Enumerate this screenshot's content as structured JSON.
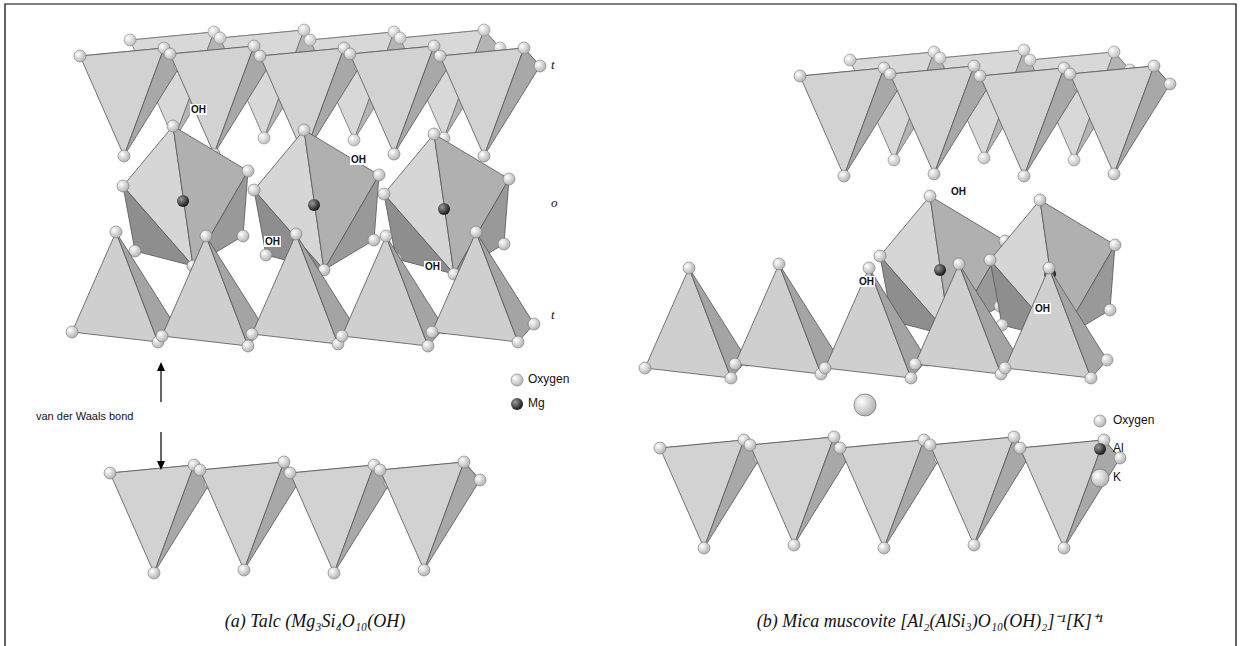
{
  "diagram": {
    "labels": [
      "t",
      "OH",
      "OH",
      "o",
      "OH",
      "OH",
      "t",
      "van der Waals bond",
      "OH",
      "OH",
      "OH",
      "(a) Talc (Mg₃Si₄O₁₀(OH)",
      "(b) Mica muscovite [Al₂(AlSi₃)O₁₀(OH)₂]⁻¹[K]⁺¹"
    ],
    "legend": [
      {
        "text": "Oxygen"
      },
      {
        "text": "Mg"
      },
      {
        "text": "Oxygen"
      },
      {
        "text": "Al"
      },
      {
        "text": "K"
      }
    ]
  }
}
